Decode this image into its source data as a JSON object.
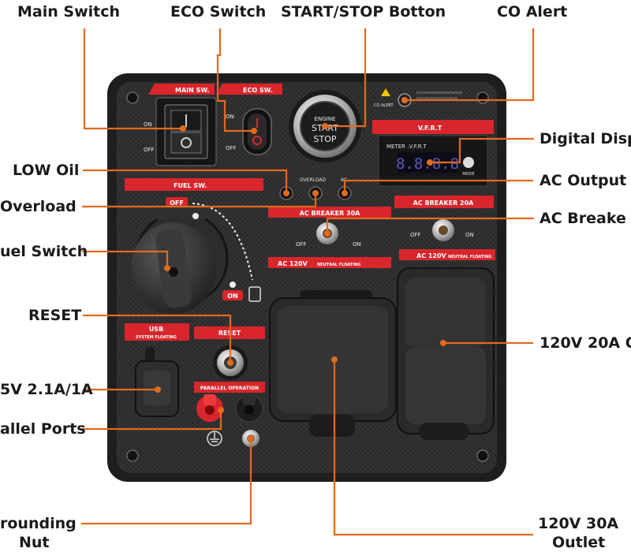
{
  "callouts": {
    "main_switch": "Main Switch",
    "eco_switch": "ECO Switch",
    "start_stop": "START/STOP Botton",
    "co_alert": "CO Alert",
    "digital_display": "Digital Disp",
    "low_oil": "LOW Oil",
    "ac_output": "AC Output",
    "overload": "Overload",
    "ac_breaker": "AC Breake",
    "fuel_switch": "uel Switch",
    "reset": "RESET",
    "outlet_20a": "120V 20A Ou",
    "usb": "5V 2.1A/1A",
    "parallel_ports": "allel Ports",
    "grounding_nut_1": "rounding",
    "grounding_nut_2": "Nut",
    "outlet_30a_1": "120V 30A",
    "outlet_30a_2": "Outlet"
  },
  "panel": {
    "main_sw": "MAIN SW.",
    "eco_sw": "ECO SW.",
    "on": "ON",
    "off": "OFF",
    "engine": "ENGINE",
    "start": "START",
    "stop": "STOP",
    "co_alert": "CO ALERT",
    "vfrt": "V.F.R.T",
    "meter": "METER .V.F.R.T",
    "display_digits": "8.8.8.8",
    "mode": "MODE",
    "fuel_sw": "FUEL SW.",
    "overload": "OVERLOAD",
    "ac": "AC",
    "ac_breaker_30": "AC BREAKER 30A",
    "ac_breaker_20": "AC BREAKER 20A",
    "ac_120v": "AC 120V",
    "neutral_floating": "NEUTRAL FLOATING",
    "usb": "USB",
    "system_floating": "SYSTEM FLOATING",
    "reset": "RESET",
    "parallel_operation": "PARALLEL OPERATION"
  },
  "colors": {
    "accent_orange": "#e46a1b",
    "panel_red": "#d8262c",
    "panel_black": "#262626"
  }
}
